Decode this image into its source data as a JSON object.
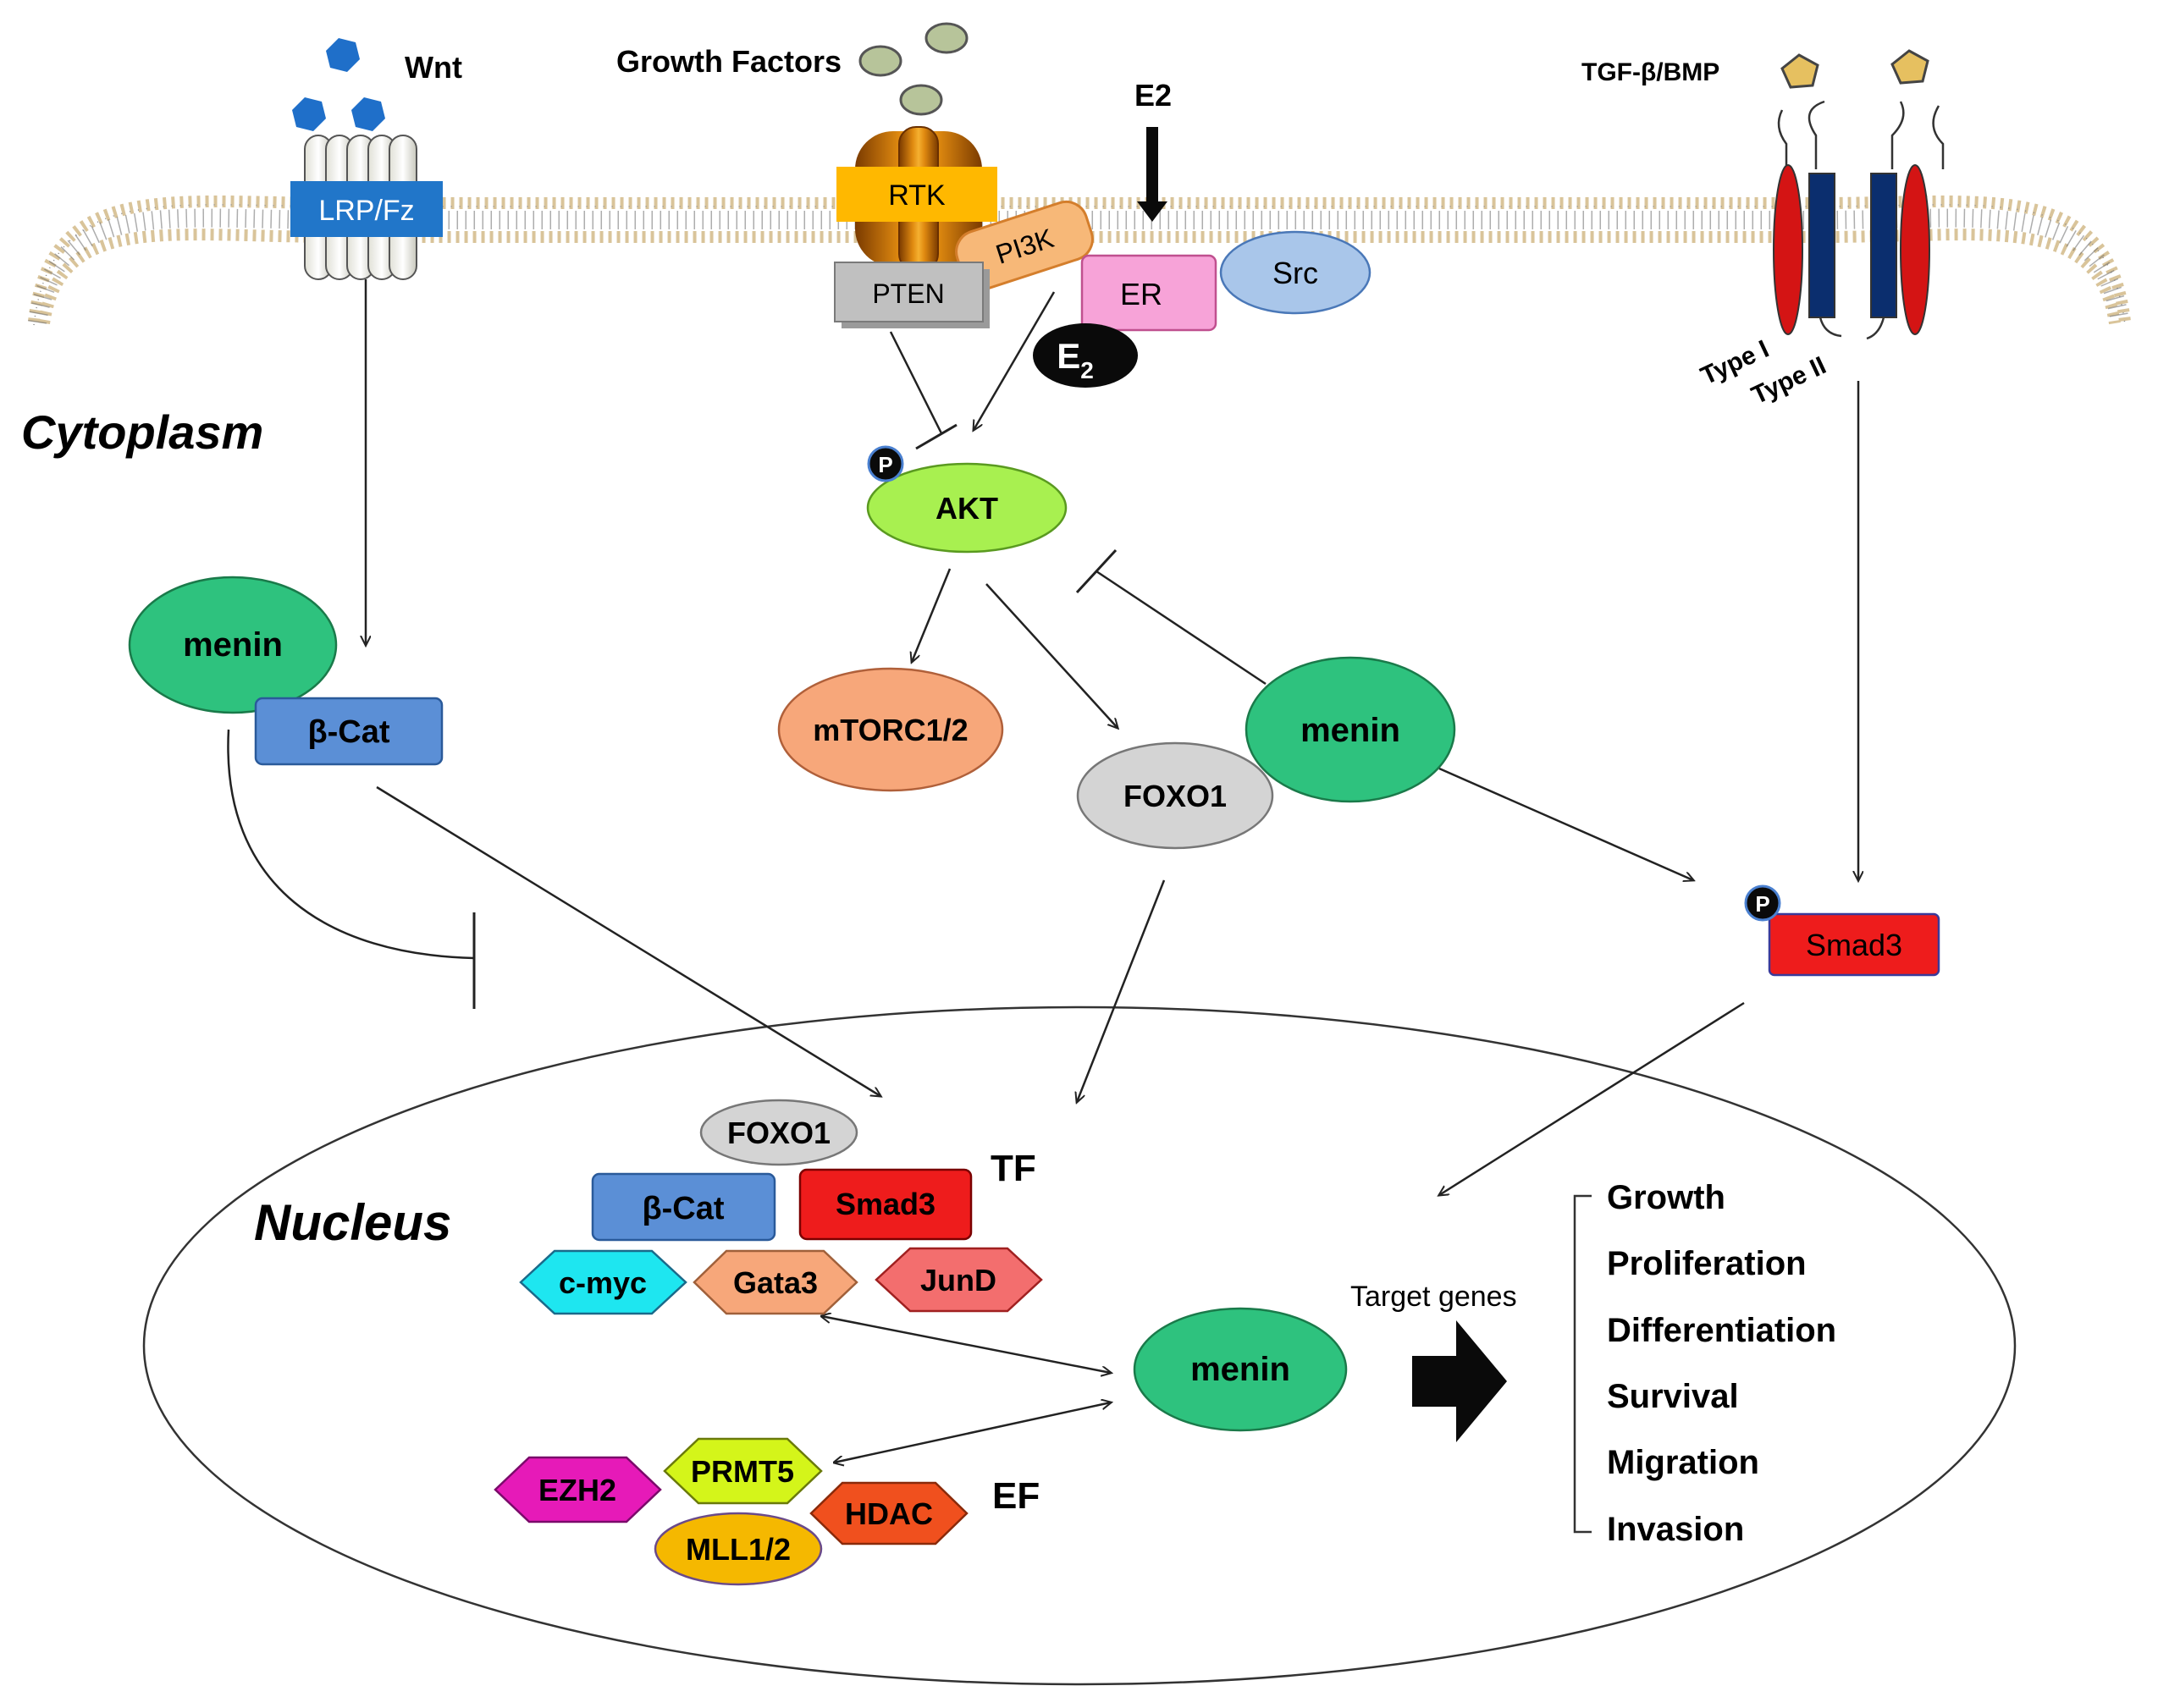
{
  "membrane": {
    "color_head": "#c8b48a",
    "color_outline": "#555555"
  },
  "compartments": {
    "cytoplasm": "Cytoplasm",
    "nucleus": "Nucleus"
  },
  "ligands": {
    "wnt": "Wnt",
    "growth_factors": "Growth Factors",
    "e2_top": "E2",
    "tgf": "TGF-β/BMP"
  },
  "receptors": {
    "lrp_fz": "LRP/Fz",
    "rtk": "RTK",
    "pi3k": "PI3K",
    "pten": "PTEN",
    "er": "ER",
    "src": "Src",
    "e2_base": "E",
    "e2_sub": "2",
    "type1": "Type I",
    "type2": "Type II"
  },
  "cytoplasm_nodes": {
    "p_label": "P",
    "akt": "AKT",
    "menin_left": "menin",
    "bcat": "β-Cat",
    "mtorc": "mTORC1/2",
    "foxo1": "FOXO1",
    "menin_right": "menin",
    "smad3": "Smad3"
  },
  "nucleus_nodes": {
    "foxo1": "FOXO1",
    "bcat": "β-Cat",
    "smad3": "Smad3",
    "tf": "TF",
    "cmyc": "c-myc",
    "gata3": "Gata3",
    "jund": "JunD",
    "ezh2": "EZH2",
    "prmt5": "PRMT5",
    "hdac": "HDAC",
    "mll": "MLL1/2",
    "ef": "EF",
    "menin": "menin",
    "target_genes": "Target genes"
  },
  "outcomes": [
    "Growth",
    "Proliferation",
    "Differentiation",
    "Survival",
    "Migration",
    "Invasion"
  ],
  "colors": {
    "menin": "#2ec27e",
    "bcat": "#5b8fd6",
    "smad3": "#ee1c1c",
    "akt": "#a8f050",
    "mtorc": "#f7a77a",
    "foxo": "#d4d4d4",
    "er": "#f7a3d8",
    "src": "#a9c6ea",
    "pten": "#c0c0c0",
    "pi3k": "#f7b878",
    "rtk": "#ffb800",
    "lrp": "#2176c9",
    "cmyc": "#1ee6f0",
    "gata3": "#f7a77a",
    "jund": "#f36e6e",
    "ezh2": "#e61ab8",
    "prmt5": "#d4f51a",
    "hdac": "#f0501e",
    "mll": "#f5b800",
    "tgf": "#e6c060",
    "type1": "#d41414",
    "type2": "#0b2e6e"
  }
}
